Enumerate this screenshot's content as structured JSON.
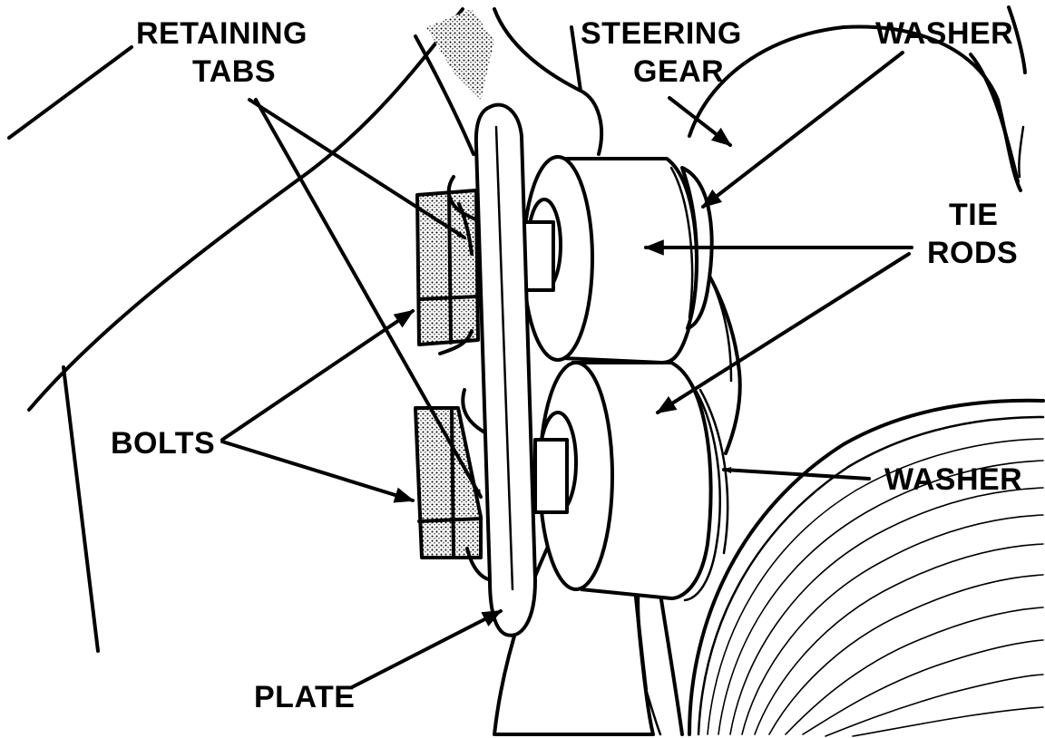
{
  "labels": {
    "retaining_tabs": [
      "RETAINING",
      "TABS"
    ],
    "steering_gear": [
      "STEERING",
      "GEAR"
    ],
    "washer_top": "WASHER",
    "tie_rods": [
      "TIE",
      "RODS"
    ],
    "bolts": "BOLTS",
    "washer_bottom": "WASHER",
    "plate": "PLATE"
  }
}
